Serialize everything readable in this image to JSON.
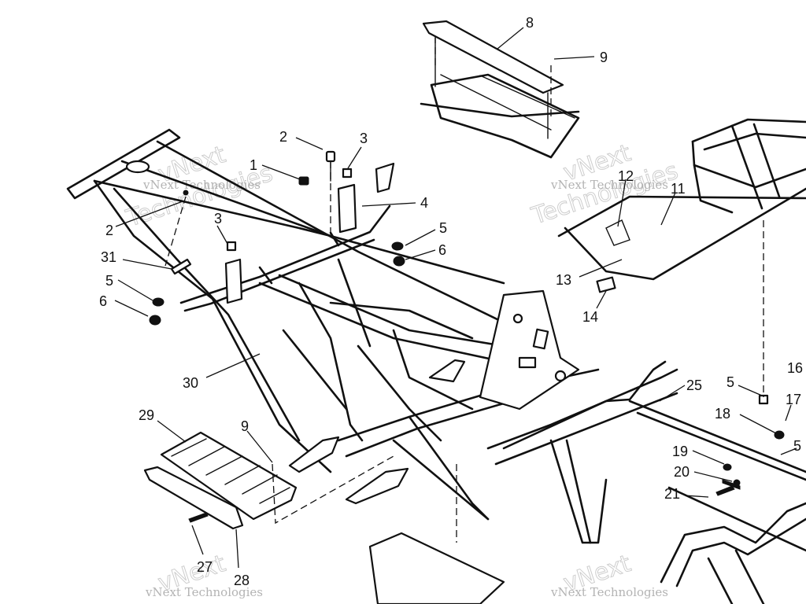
{
  "callouts": [
    "8",
    "9",
    "2",
    "3",
    "1",
    "4",
    "2",
    "3",
    "5",
    "6",
    "31",
    "5",
    "6",
    "30",
    "12",
    "11",
    "13",
    "14",
    "16",
    "5",
    "17",
    "25",
    "18",
    "5",
    "19",
    "20",
    "21",
    "29",
    "9",
    "27",
    "28"
  ],
  "watermark": {
    "lines": [
      "vNext Technologies",
      "vNext",
      "Technologies"
    ]
  }
}
